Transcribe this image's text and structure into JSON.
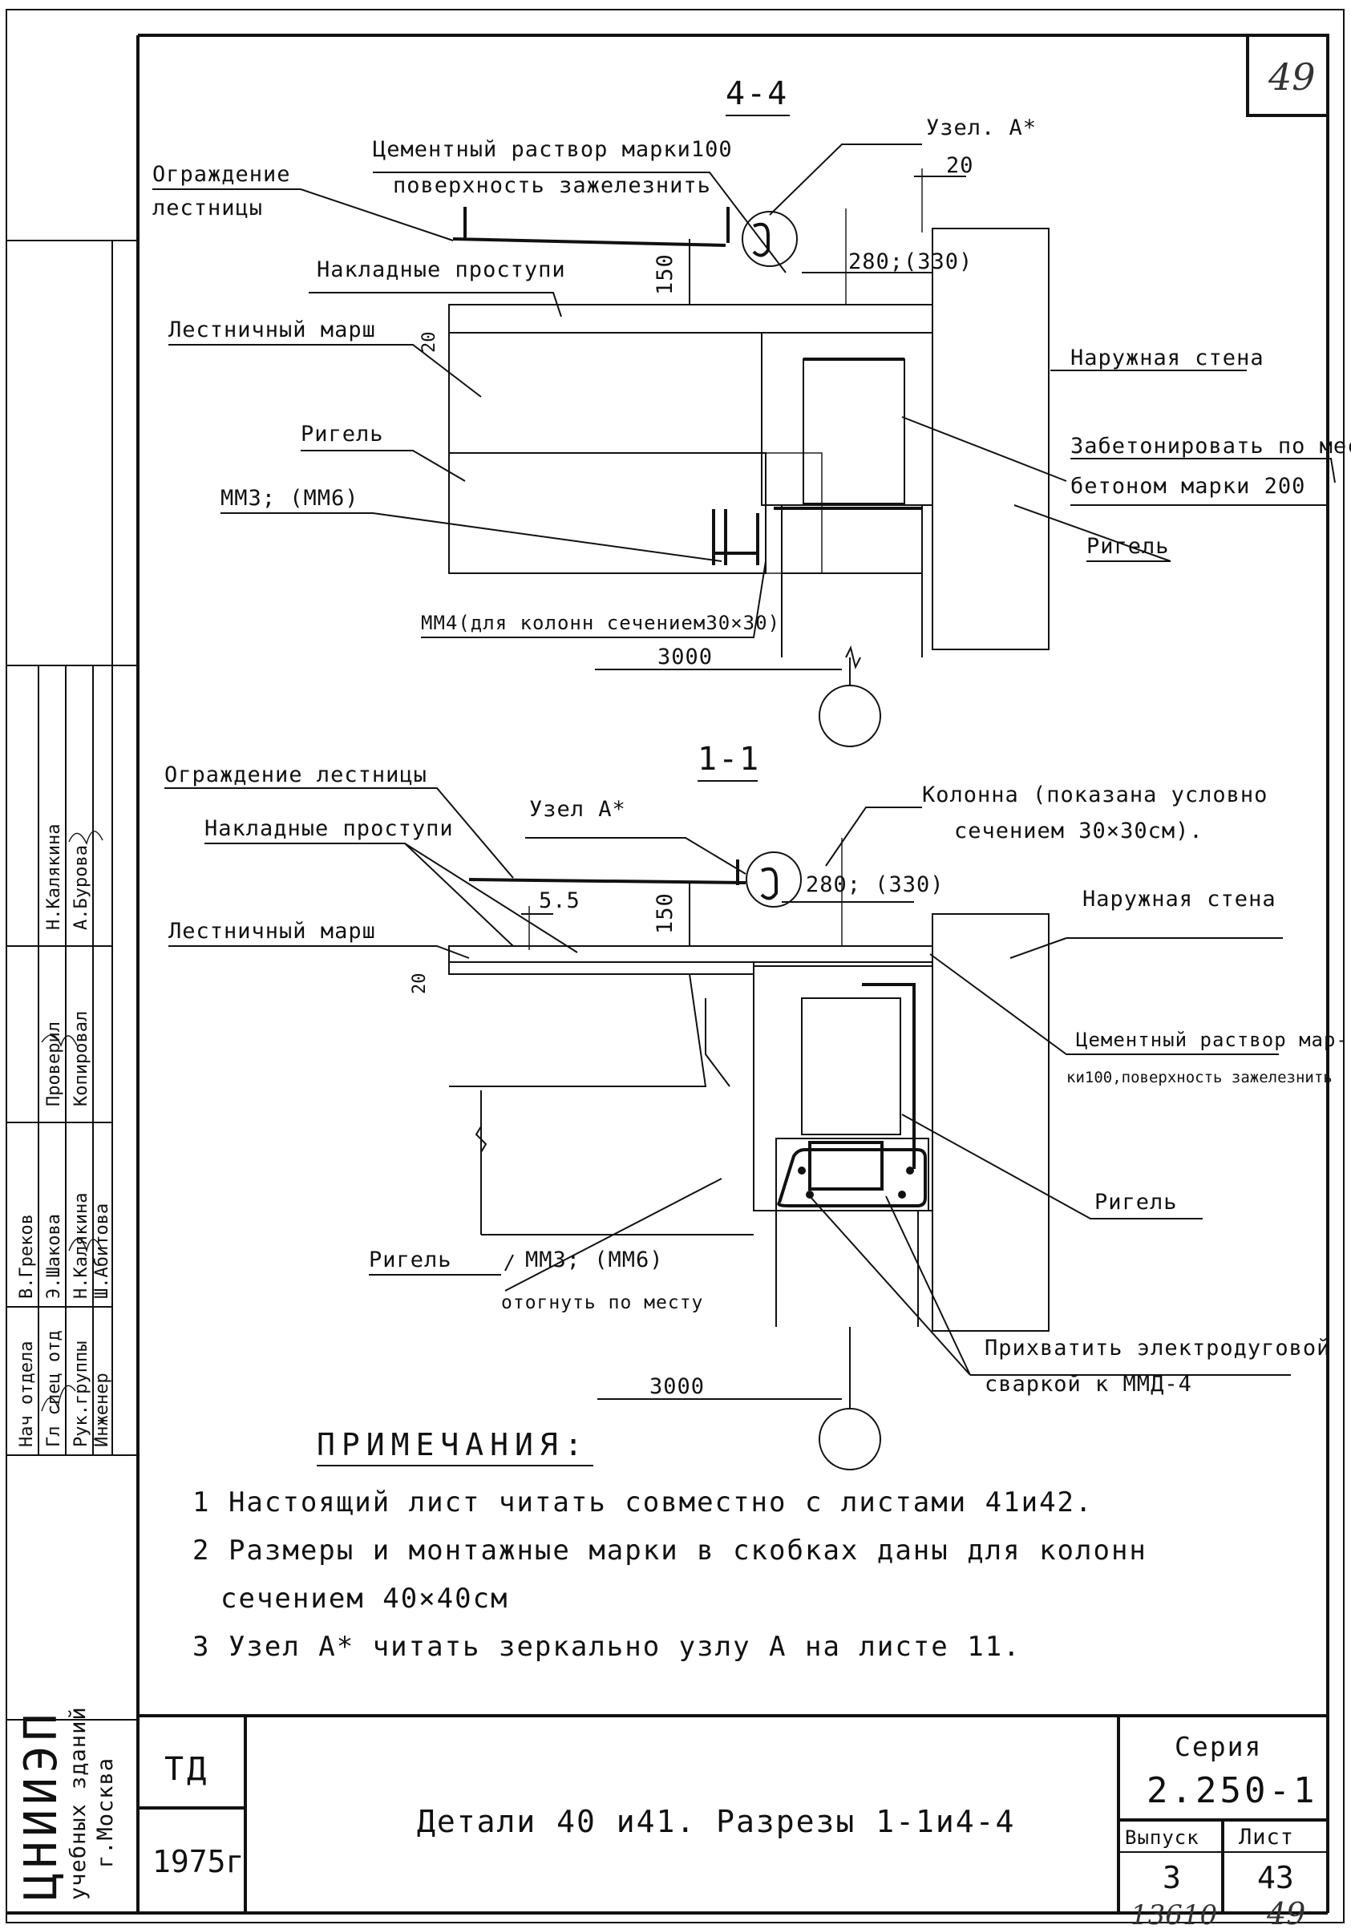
{
  "sheet_number_top": "49",
  "section_44": {
    "title": "4-4",
    "labels": {
      "railing": [
        "Ограждение",
        "лестницы"
      ],
      "mortar": [
        "Цементный раствор марки100",
        "поверхность зажелезнить"
      ],
      "node": "Узел. А*",
      "dim_20": "20",
      "treads": "Накладные проступи",
      "dim_150": "150",
      "dim_280": "280;(330)",
      "flight": "Лестничный марш",
      "dim_20b": "20",
      "outer_wall": "Наружная стена",
      "riegel_left": "Ригель",
      "concrete": [
        "Забетонировать по месту",
        "бетоном марки 200"
      ],
      "mm3": "ММ3; (ММ6)",
      "riegel_right": "Ригель",
      "mm4": "ММ4(для колонн сечением30×30)",
      "dim_3000": "3000"
    }
  },
  "section_11": {
    "title": "1-1",
    "labels": {
      "railing": "Ограждение лестницы",
      "node": "Узел А*",
      "treads": "Накладные проступи",
      "column": [
        "Колонна (показана условно",
        "сечением 30×30см)."
      ],
      "dim_55": "5.5",
      "dim_150": "150",
      "dim_280": "280; (330)",
      "flight": "Лестничный марш",
      "outer_wall": "Наружная стена",
      "dim_20": "20",
      "mortar": [
        "Цементный раствор мар-",
        "ки100,поверхность зажелезнить"
      ],
      "riegel_right": "Ригель",
      "riegel_left": "Ригель",
      "mm3": "ММ3; (ММ6)",
      "bend": "отогнуть по месту",
      "weld": [
        "Прихватить электродуговой",
        "сваркой к ММД-4"
      ],
      "dim_3000": "3000"
    }
  },
  "notes": {
    "heading": "ПРИМЕЧАНИЯ:",
    "items": [
      "1 Настоящий лист читать совместно с листами 41и42.",
      "2 Размеры и монтажные марки в скобках даны для колонн",
      "сечением 40×40см",
      "3 Узел А* читать зеркально узлу А на листе 11."
    ]
  },
  "side_stamp": {
    "roles": [
      "Нач отдела",
      "Гл спец отд",
      "Рук.группы",
      "Инженер"
    ],
    "col_labels": [
      "Проверил",
      "Копировал"
    ],
    "names": [
      "Н.Калякина",
      "А.Бурова",
      "В.Греков",
      "Э.Шакова",
      "Н.Калякина",
      "Ш.Абитова"
    ],
    "org_code": "ЦНИИЭП",
    "org_line1": "учебных зданий",
    "org_line2": "г.Москва"
  },
  "title_block": {
    "code": "ТД",
    "year": "1975г",
    "title": "Детали 40 и41. Разрезы 1-1и4-4",
    "series_label": "Серия",
    "series": "2.250-1",
    "issue_label": "Выпуск",
    "issue": "3",
    "sheet_label": "Лист",
    "sheet": "43",
    "bottom_left": "13610",
    "bottom_right": "49"
  }
}
